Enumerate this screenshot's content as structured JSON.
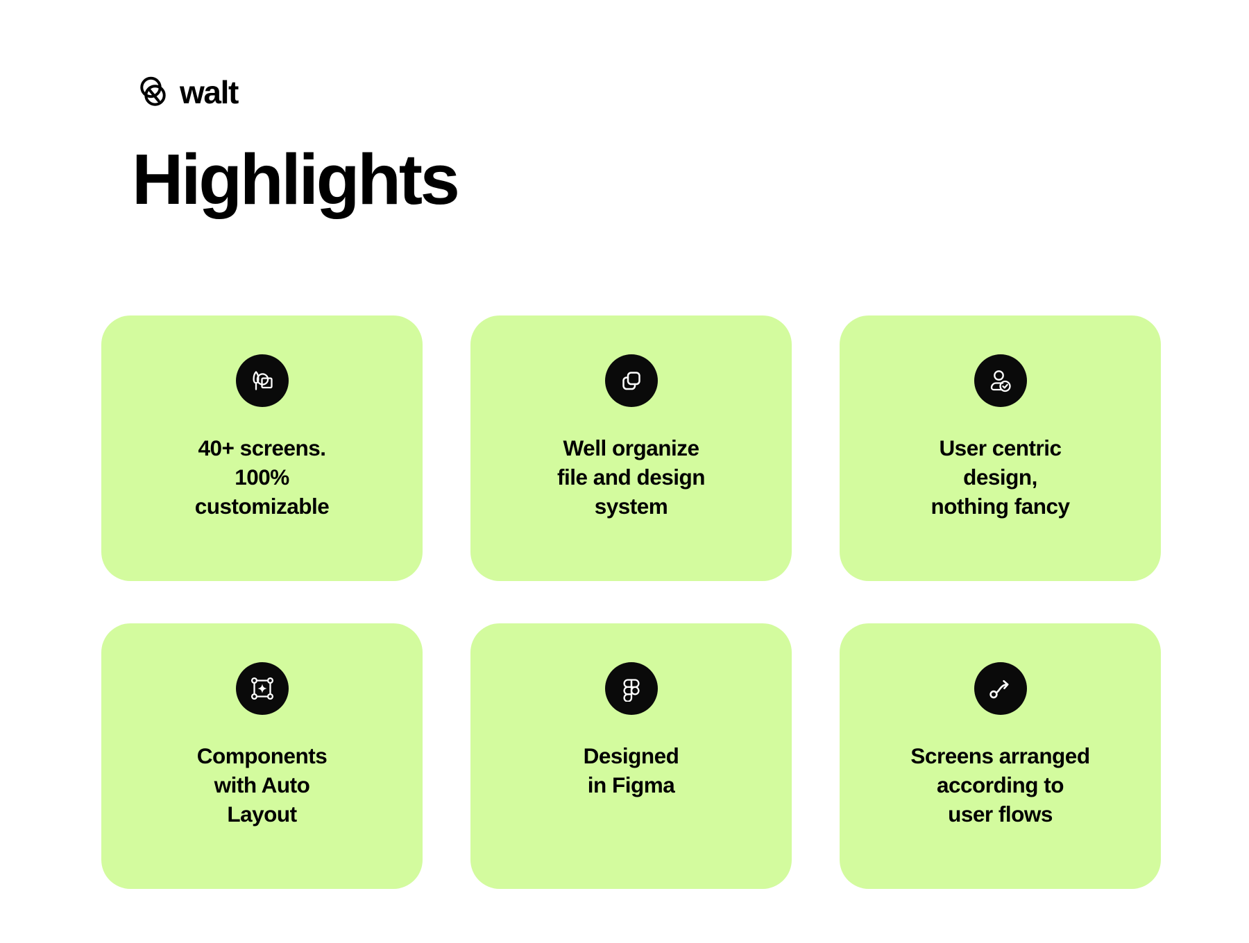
{
  "brand": {
    "name": "walt",
    "logo_icon": "walt-logo-mark"
  },
  "header": {
    "title": "Highlights"
  },
  "colors": {
    "background": "#FFFFFF",
    "card_background": "#D3FB9E",
    "icon_circle": "#0A0A0A",
    "text": "#000000"
  },
  "cards": [
    {
      "icon": "design-tools-icon",
      "text": "40+ screens.\n100%\ncustomizable"
    },
    {
      "icon": "copy-layers-icon",
      "text": "Well organize\nfile and design\nsystem"
    },
    {
      "icon": "user-check-icon",
      "text": "User centric\ndesign,\nnothing fancy"
    },
    {
      "icon": "auto-layout-icon",
      "text": "Components\nwith Auto\nLayout"
    },
    {
      "icon": "figma-icon",
      "text": "Designed\nin Figma"
    },
    {
      "icon": "user-flow-arrow-icon",
      "text": "Screens arranged\naccording to\nuser flows"
    }
  ]
}
